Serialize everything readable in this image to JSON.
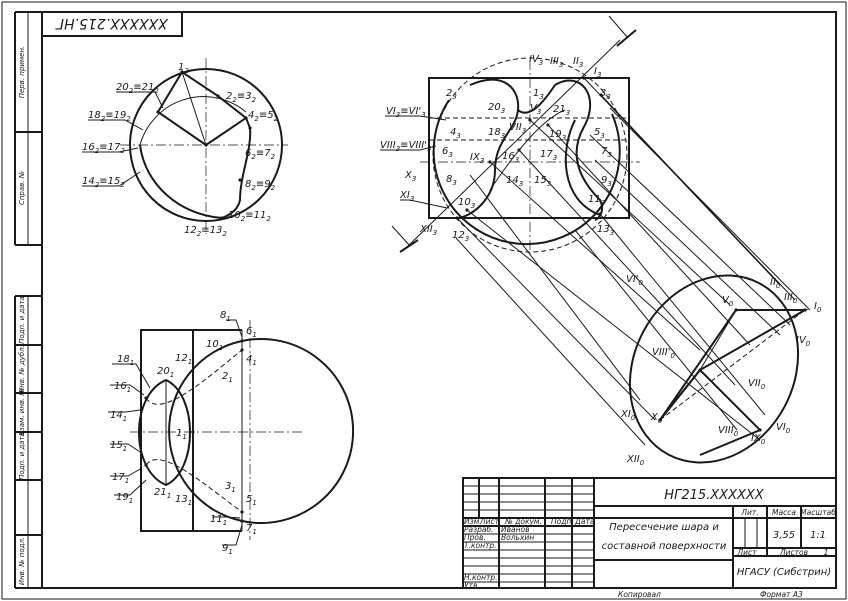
{
  "stamp": "XXXXXX.215.НГ",
  "side_fields": [
    "Перв. примен.",
    "Справ. №",
    "Подп. и дата",
    "Инв. № дубл.",
    "Взам. инв. №",
    "Подп. и дата",
    "Инв. № подл."
  ],
  "title_block": {
    "designation": "НГ215.XXXXXX",
    "title_line1": "Пересечение шара и",
    "title_line2": "составной поверхности",
    "organization": "НГАСУ (Сибстрин)",
    "lit_label": "Лит.",
    "mass_label": "Масса",
    "scale_label": "Масштаб",
    "mass_value": "3,55",
    "scale_value": "1:1",
    "sheet_label": "Лист",
    "sheets_label": "Листов",
    "sheets_value": "1",
    "col_izm": "Изм.",
    "col_list": "Лист",
    "col_doc": "№ докум.",
    "col_sign": "Подп.",
    "col_date": "Дата",
    "row_razrab": "Разраб.",
    "row_prov": "Пров.",
    "row_tkontr": "Т.контр.",
    "row_nkontr": "Н.контр.",
    "row_utv": "Утв.",
    "author": "Иванов",
    "checker": "Вольхин",
    "copied": "Копировал",
    "format": "Формат А3"
  },
  "view_top": {
    "labels": [
      {
        "n": "1",
        "s": "2"
      },
      {
        "n": "20",
        "s": "2",
        "pair": "21",
        "ps": "2"
      },
      {
        "n": "2",
        "s": "2",
        "pair": "3",
        "ps": "2"
      },
      {
        "n": "18",
        "s": "2",
        "pair": "19",
        "ps": "2"
      },
      {
        "n": "4",
        "s": "2",
        "pair": "5",
        "ps": "2"
      },
      {
        "n": "16",
        "s": "2",
        "pair": "17",
        "ps": "2"
      },
      {
        "n": "6",
        "s": "2",
        "pair": "7",
        "ps": "2"
      },
      {
        "n": "14",
        "s": "2",
        "pair": "15",
        "ps": "2"
      },
      {
        "n": "8",
        "s": "2",
        "pair": "9",
        "ps": "2"
      },
      {
        "n": "10",
        "s": "2",
        "pair": "11",
        "ps": "2"
      },
      {
        "n": "12",
        "s": "2",
        "pair": "13",
        "ps": "2"
      }
    ]
  },
  "view_front": {
    "labels": [
      {
        "n": "8",
        "s": "1"
      },
      {
        "n": "6",
        "s": "1"
      },
      {
        "n": "10",
        "s": "1"
      },
      {
        "n": "4",
        "s": "1"
      },
      {
        "n": "12",
        "s": "1"
      },
      {
        "n": "18",
        "s": "1"
      },
      {
        "n": "20",
        "s": "1"
      },
      {
        "n": "2",
        "s": "1"
      },
      {
        "n": "16",
        "s": "1"
      },
      {
        "n": "14",
        "s": "1"
      },
      {
        "n": "1",
        "s": "1"
      },
      {
        "n": "15",
        "s": "1"
      },
      {
        "n": "17",
        "s": "1"
      },
      {
        "n": "21",
        "s": "1"
      },
      {
        "n": "19",
        "s": "1"
      },
      {
        "n": "13",
        "s": "1"
      },
      {
        "n": "3",
        "s": "1"
      },
      {
        "n": "5",
        "s": "1"
      },
      {
        "n": "11",
        "s": "1"
      },
      {
        "n": "7",
        "s": "1"
      },
      {
        "n": "9",
        "s": "1"
      }
    ]
  },
  "view_side": {
    "labels": [
      {
        "n": "IV",
        "s": "3"
      },
      {
        "n": "III",
        "s": "3"
      },
      {
        "n": "II",
        "s": "3"
      },
      {
        "n": "I",
        "s": "3"
      },
      {
        "n": "3",
        "s": "3"
      },
      {
        "n": "2",
        "s": "3"
      },
      {
        "n": "1",
        "s": "3"
      },
      {
        "n": "20",
        "s": "3"
      },
      {
        "n": "V",
        "s": "3"
      },
      {
        "n": "21",
        "s": "3"
      },
      {
        "n": "VI",
        "s": "3",
        "pair": "VI'",
        "ps": "3"
      },
      {
        "n": "VII",
        "s": "3"
      },
      {
        "n": "18",
        "s": "3"
      },
      {
        "n": "4",
        "s": "3"
      },
      {
        "n": "5",
        "s": "3"
      },
      {
        "n": "19",
        "s": "3"
      },
      {
        "n": "VIII",
        "s": "3",
        "pair": "VIII'",
        "ps": "3"
      },
      {
        "n": "6",
        "s": "3"
      },
      {
        "n": "IX",
        "s": "3"
      },
      {
        "n": "16",
        "s": "3"
      },
      {
        "n": "17",
        "s": "3"
      },
      {
        "n": "7",
        "s": "3"
      },
      {
        "n": "X",
        "s": "3"
      },
      {
        "n": "8",
        "s": "3"
      },
      {
        "n": "14",
        "s": "3"
      },
      {
        "n": "15",
        "s": "3"
      },
      {
        "n": "9",
        "s": "3"
      },
      {
        "n": "XI",
        "s": "3"
      },
      {
        "n": "10",
        "s": "3"
      },
      {
        "n": "11",
        "s": "3"
      },
      {
        "n": "XII",
        "s": "3"
      },
      {
        "n": "12",
        "s": "3"
      },
      {
        "n": "13",
        "s": "3"
      }
    ]
  },
  "view_aux": {
    "labels": [
      {
        "n": "VI'",
        "s": "0"
      },
      {
        "n": "II",
        "s": "0"
      },
      {
        "n": "III",
        "s": "0"
      },
      {
        "n": "I",
        "s": "0"
      },
      {
        "n": "V",
        "s": "0"
      },
      {
        "n": "IV",
        "s": "0"
      },
      {
        "n": "VIII'",
        "s": "0"
      },
      {
        "n": "VII",
        "s": "0"
      },
      {
        "n": "XI",
        "s": "0"
      },
      {
        "n": "X",
        "s": "0"
      },
      {
        "n": "VIII",
        "s": "0"
      },
      {
        "n": "IX",
        "s": "0"
      },
      {
        "n": "VI",
        "s": "0"
      },
      {
        "n": "XII",
        "s": "0"
      }
    ]
  }
}
